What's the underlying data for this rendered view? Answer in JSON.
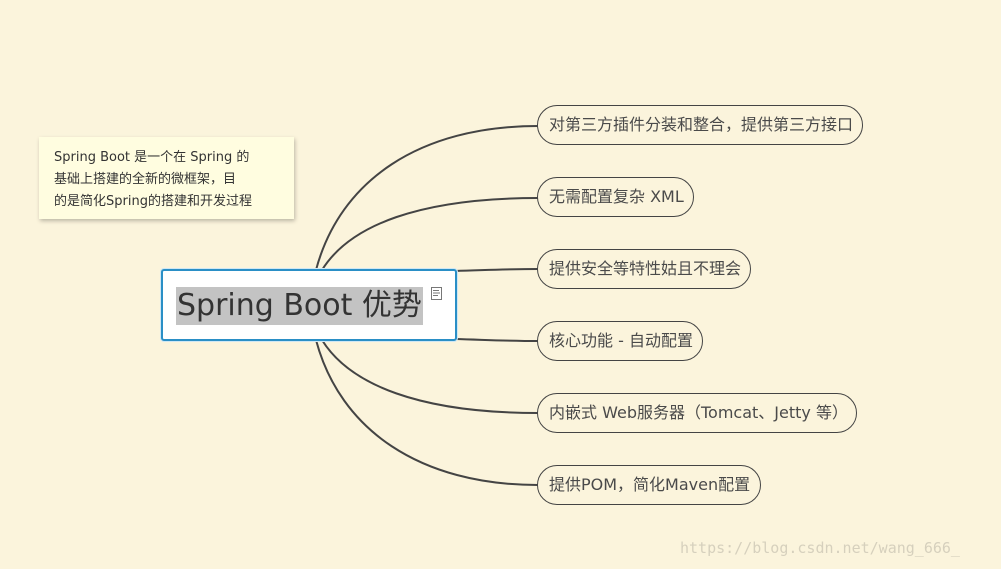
{
  "central_topic": {
    "title": "Spring Boot  优势",
    "note_icon": "note-icon"
  },
  "note": {
    "lines": [
      "Spring Boot 是一个在 Spring 的",
      "基础上搭建的全新的微框架，目",
      "的是简化Spring的搭建和开发过程"
    ]
  },
  "subtopics": [
    "对第三方插件分装和整合，提供第三方接口",
    "无需配置复杂 XML",
    "提供安全等特性姑且不理会",
    "核心功能 - 自动配置",
    "内嵌式 Web服务器（Tomcat、Jetty 等）",
    "提供POM，简化Maven配置"
  ],
  "watermark": "https://blog.csdn.net/wang_666_",
  "colors": {
    "background": "#fbf4dc",
    "central_border": "#2a8fc6",
    "connector": "#444444",
    "title_highlight": "#c3c3c3"
  }
}
